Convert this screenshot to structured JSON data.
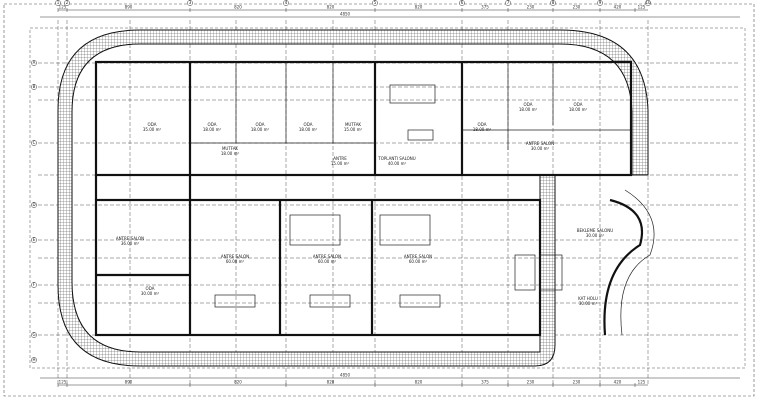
{
  "drawing": {
    "rooms": [
      {
        "id": "oda-1",
        "name": "ODA",
        "area": "35.00 m²"
      },
      {
        "id": "oda-2",
        "name": "ODA",
        "area": "18.00 m²"
      },
      {
        "id": "oda-3",
        "name": "ODA",
        "area": "18.00 m²"
      },
      {
        "id": "oda-4",
        "name": "ODA",
        "area": "18.00 m²"
      },
      {
        "id": "mutfak-1",
        "name": "MUTFAK",
        "area": "15.00 m²"
      },
      {
        "id": "mutfak-2",
        "name": "MUTFAK",
        "area": "18.00 m²"
      },
      {
        "id": "antre-1",
        "name": "ANTRE",
        "area": "15.00 m²"
      },
      {
        "id": "toplanti",
        "name": "TOPLANTI SALONU",
        "area": "40.00 m²"
      },
      {
        "id": "oda-5",
        "name": "ODA",
        "area": "18.00 m²"
      },
      {
        "id": "oda-6",
        "name": "ODA",
        "area": "18.00 m²"
      },
      {
        "id": "oda-7",
        "name": "ODA",
        "area": "18.00 m²"
      },
      {
        "id": "antre-2",
        "name": "ANTRE SALON",
        "area": "30.00 m²"
      },
      {
        "id": "antre-3",
        "name": "ANTRE SALON",
        "area": "36.00 m²"
      },
      {
        "id": "oda-8",
        "name": "ODA",
        "area": "30.00 m²"
      },
      {
        "id": "antre-4",
        "name": "ANTRE SALON",
        "area": "60.00 m²"
      },
      {
        "id": "antre-5",
        "name": "ANTRE SALON",
        "area": "60.00 m²"
      },
      {
        "id": "antre-6",
        "name": "ANTRE SALON",
        "area": "60.00 m²"
      },
      {
        "id": "bekleme",
        "name": "BEKLEME SALONU",
        "area": "30.00 m²"
      },
      {
        "id": "kat-holu",
        "name": "KAT HOLU",
        "area": "30.00 m²"
      }
    ],
    "dimensions_top": [
      "125",
      "890",
      "820",
      "820",
      "820",
      "375",
      "230",
      "230",
      "420",
      "125"
    ],
    "dimensions_bottom": [
      "125",
      "890",
      "820",
      "820",
      "820",
      "375",
      "230",
      "230",
      "420",
      "125"
    ],
    "total_dimension": "4850",
    "grid_axes_top": [
      "1",
      "2",
      "3",
      "4",
      "5",
      "6",
      "7",
      "8",
      "9",
      "10"
    ],
    "grid_axes_left": [
      "A",
      "B",
      "C",
      "D",
      "E",
      "F",
      "G",
      "H"
    ],
    "colors": {
      "line": "#111111",
      "background": "#ffffff",
      "hatch": "#444444"
    }
  }
}
